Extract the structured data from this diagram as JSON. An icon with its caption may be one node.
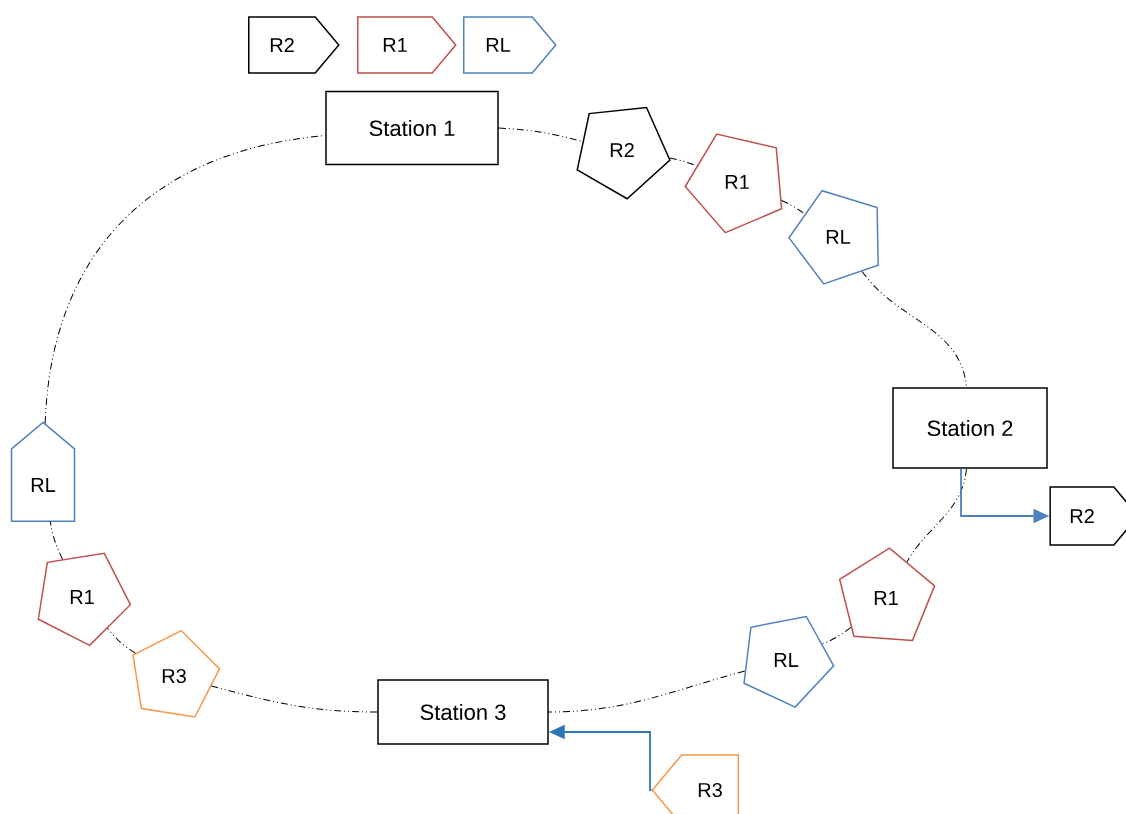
{
  "diagram": {
    "nodes": [
      {
        "text": [
          "R2"
        ]
      },
      {
        "text": [
          "R1"
        ]
      },
      {
        "text": [
          "RL"
        ]
      },
      {
        "text": [
          "Station 1"
        ]
      },
      {
        "text": [
          "R2"
        ]
      },
      {
        "text": [
          "R1"
        ]
      },
      {
        "text": [
          "RL"
        ]
      },
      {
        "text": [
          "Station 2"
        ]
      },
      {
        "text": [
          "R2"
        ]
      },
      {
        "text": [
          "R1"
        ]
      },
      {
        "text": [
          "RL"
        ]
      },
      {
        "text": [
          "Station 3"
        ]
      },
      {
        "text": [
          "R3"
        ]
      },
      {
        "text": [
          "R3"
        ]
      },
      {
        "text": [
          "R1"
        ]
      },
      {
        "text": [
          "RL"
        ]
      }
    ],
    "edges": [
      {
        "from": 3,
        "to": 4,
        "arrow": "none",
        "style": "dashed"
      },
      {
        "from": 4,
        "to": 5,
        "arrow": "none",
        "style": "dashed"
      },
      {
        "from": 5,
        "to": 6,
        "arrow": "none",
        "style": "dashed"
      },
      {
        "from": 6,
        "to": 7,
        "arrow": "none",
        "style": "dashed"
      },
      {
        "from": 7,
        "to": 9,
        "arrow": "none",
        "style": "dashed"
      },
      {
        "from": 9,
        "to": 10,
        "arrow": "none",
        "style": "dashed"
      },
      {
        "from": 10,
        "to": 11,
        "arrow": "none",
        "style": "dashed"
      },
      {
        "from": 11,
        "to": 13,
        "arrow": "none",
        "style": "dashed"
      },
      {
        "from": 13,
        "to": 14,
        "arrow": "none",
        "style": "dashed"
      },
      {
        "from": 14,
        "to": 15,
        "arrow": "none",
        "style": "dashed"
      },
      {
        "from": 15,
        "to": 3,
        "arrow": "none",
        "style": "dashed"
      },
      {
        "from": 7,
        "to": 8,
        "arrow": "to",
        "color": "#4f81bd"
      },
      {
        "from": 12,
        "to": 11,
        "arrow": "to",
        "color": "#2e75b6"
      }
    ]
  }
}
